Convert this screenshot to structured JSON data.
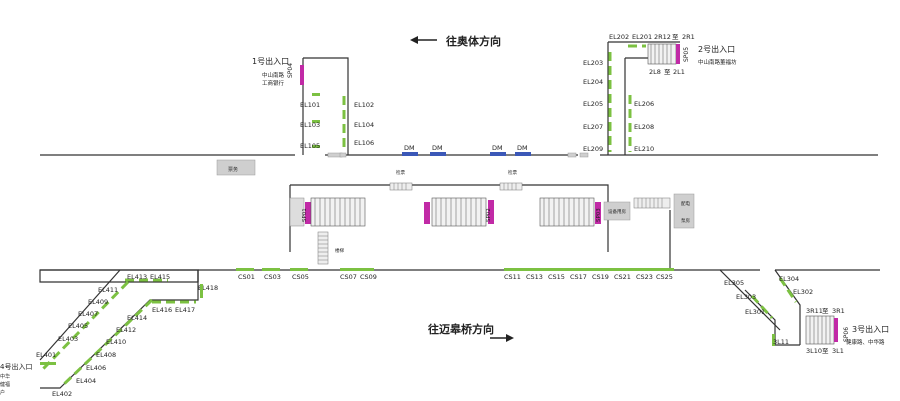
{
  "directions": {
    "top": "往奥体方向",
    "bottom": "往迈皋桥方向"
  },
  "exits": {
    "exit1": {
      "label": "1号出入口",
      "sp": "SP04",
      "dest1": "中山南路",
      "dest2": "工商银行"
    },
    "exit2": {
      "label": "2号出入口",
      "sp": "SP05",
      "dest": "中山南路董福坊",
      "stairs_top": [
        "2R12",
        "至",
        "2R1"
      ],
      "stairs_bottom": [
        "2L8",
        "至",
        "2L1"
      ]
    },
    "exit3": {
      "label": "3号出入口",
      "sp": "SP06",
      "dest": "健康路、中华路",
      "stairs_top": [
        "3R11",
        "至",
        "3R1"
      ],
      "stairs_bottom": [
        "3L10",
        "至",
        "3L1"
      ],
      "side": "3L11"
    },
    "exit4": {
      "label": "4号出入口",
      "dest1": "中华",
      "dest2": "健福",
      "dest3": "户"
    }
  },
  "elevator_labels": {
    "exit1_left": [
      "EL101",
      "EL103",
      "EL105"
    ],
    "exit1_right": [
      "EL102",
      "EL104",
      "EL106"
    ],
    "exit2_top": [
      "EL202",
      "EL201"
    ],
    "exit2_left": [
      "EL203",
      "EL204",
      "EL205",
      "EL207",
      "EL209"
    ],
    "exit2_right": [
      "EL206",
      "EL208",
      "EL210"
    ],
    "exit3": [
      "EL305",
      "EL304",
      "EL303",
      "EL302",
      "EL301"
    ],
    "exit4_upper": [
      "EL413",
      "EL415",
      "EL411",
      "EL409",
      "EL407",
      "EL405",
      "EL403",
      "EL401"
    ],
    "exit4_lower": [
      "EL416",
      "EL417",
      "EL414",
      "EL412",
      "EL410",
      "EL408",
      "EL406",
      "EL404",
      "EL402"
    ],
    "el418": "EL418"
  },
  "dm_labels": [
    "DM",
    "DM",
    "DM",
    "DM"
  ],
  "cs_left": [
    "CS01",
    "CS03",
    "CS05",
    "CS07",
    "CS09"
  ],
  "cs_right": [
    "CS11",
    "CS13",
    "CS15",
    "CS17",
    "CS19",
    "CS21",
    "CS23",
    "CS25"
  ],
  "platform_sp": [
    "SP01",
    "SP02",
    "SP03"
  ],
  "rooms": {
    "left_box": "票务",
    "control_room": "设备用房",
    "right_box_1": "配电",
    "right_box_2": "泵房",
    "gate_small": "检票",
    "gate_note": "闸机",
    "bottom_note": "楼梯"
  }
}
